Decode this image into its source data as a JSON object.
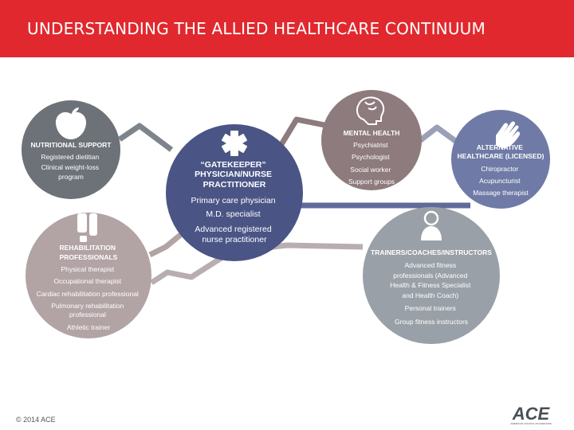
{
  "title": "UNDERSTANDING THE ALLIED HEALTHCARE CONTINUUM",
  "colors": {
    "banner": "#e1282e",
    "nutritional": "#6d7178",
    "gatekeeper": "#4a5585",
    "mental": "#8e7b7e",
    "alternative": "#6f7ba6",
    "rehab": "#b2a3a5",
    "trainers": "#9aa0a7"
  },
  "nodes": {
    "nutritional": {
      "icon": "apple-fork-knife-icon",
      "heading": [
        "NUTRITIONAL SUPPORT"
      ],
      "items": [
        "Registered dietitian",
        "Clinical weight-loss",
        "program"
      ]
    },
    "gatekeeper": {
      "icon": "medical-star-of-life-icon",
      "heading": [
        "“GATEKEEPER”",
        "PHYSICIAN/NURSE",
        "PRACTITIONER"
      ],
      "items": [
        "Primary care physician",
        "M.D. specialist",
        "Advanced registered",
        "nurse practitioner"
      ]
    },
    "mental": {
      "icon": "brain-head-icon",
      "heading": [
        "MENTAL HEALTH"
      ],
      "items": [
        "Psychiatrist",
        "Psychologist",
        "Social worker",
        "Support groups"
      ]
    },
    "alternative": {
      "icon": "hand-icon",
      "heading": [
        "ALTERNATIVE",
        "HEALTHCARE (LICENSED)"
      ],
      "items": [
        "Chiropractor",
        "Acupuncturist",
        "Massage therapist"
      ]
    },
    "rehab": {
      "icon": "knee-joint-icon",
      "heading": [
        "REHABILITATION",
        "PROFESSIONALS"
      ],
      "items": [
        "Physical therapist",
        "Occupational therapist",
        "Cardiac rehabilitation professional",
        "Pulmonary rehabilitation",
        "professional",
        "Athletic trainer"
      ]
    },
    "trainers": {
      "icon": "person-icon",
      "heading": [
        "TRAINERS/COACHES/INSTRUCTORS"
      ],
      "items": [
        "Advanced fitness",
        "professionals (Advanced",
        "Health & Fitness Specialist",
        "and Health Coach)",
        "Personal trainers",
        "Group fitness instructors"
      ]
    }
  },
  "footer": "© 2014 ACE",
  "logo": {
    "mark": "ACE",
    "tagline": "AMERICAN COUNCIL ON EXERCISE"
  }
}
